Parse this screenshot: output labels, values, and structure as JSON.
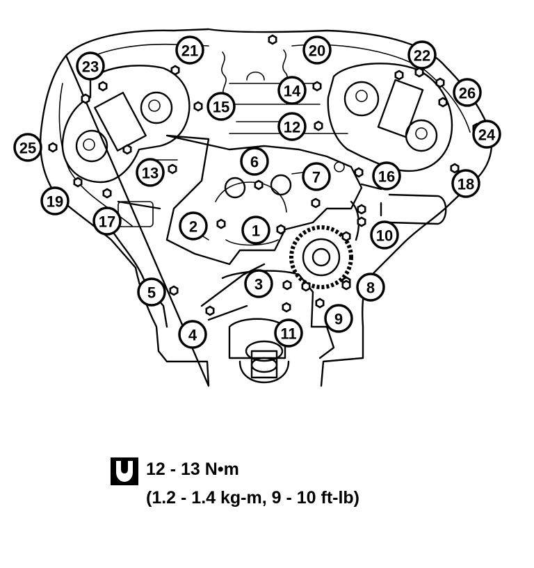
{
  "callouts": [
    "1",
    "2",
    "3",
    "4",
    "5",
    "6",
    "7",
    "8",
    "9",
    "10",
    "11",
    "12",
    "13",
    "14",
    "15",
    "16",
    "17",
    "18",
    "19",
    "20",
    "21",
    "22",
    "23",
    "24",
    "25",
    "26"
  ],
  "torque_spec": {
    "icon": "torque-wrench-icon",
    "value_line": "12 - 13 N•m",
    "conversion_line": "(1.2 - 1.4 kg-m, 9 - 10 ft-lb)"
  }
}
